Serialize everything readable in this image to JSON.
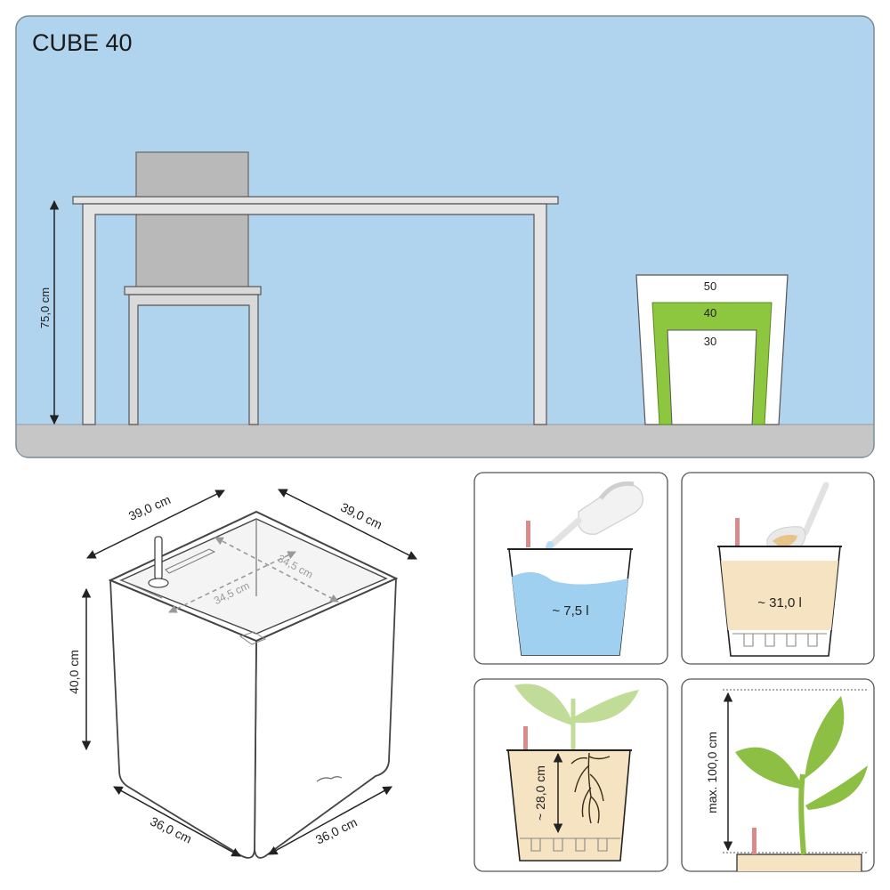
{
  "header": {
    "title": "CUBE 40"
  },
  "scene": {
    "height_label": "75,0 cm",
    "size_labels": [
      "50",
      "40",
      "30"
    ]
  },
  "colors": {
    "wall": "#b0d3ee",
    "floor": "#c6c6c6",
    "highlight": "#8dc63f",
    "water": "#9fd0f0",
    "soil": "#f6e3c2",
    "leaf": "#8cbf43"
  },
  "dimensions": {
    "top_left": "39,0 cm",
    "top_right": "39,0 cm",
    "height": "40,0 cm",
    "bottom_left": "36,0 cm",
    "bottom_right": "36,0 cm",
    "inner_left": "34,5 cm",
    "inner_right": "34,5 cm"
  },
  "panels": {
    "water_volume": "~ 7,5 l",
    "substrate_volume": "~ 31,0 l",
    "root_depth": "~ 28,0 cm",
    "max_height": "max. 100,0 cm"
  },
  "icons": [
    "watering-can-icon",
    "trowel-icon",
    "plant-icon",
    "water-level-indicator-icon"
  ]
}
